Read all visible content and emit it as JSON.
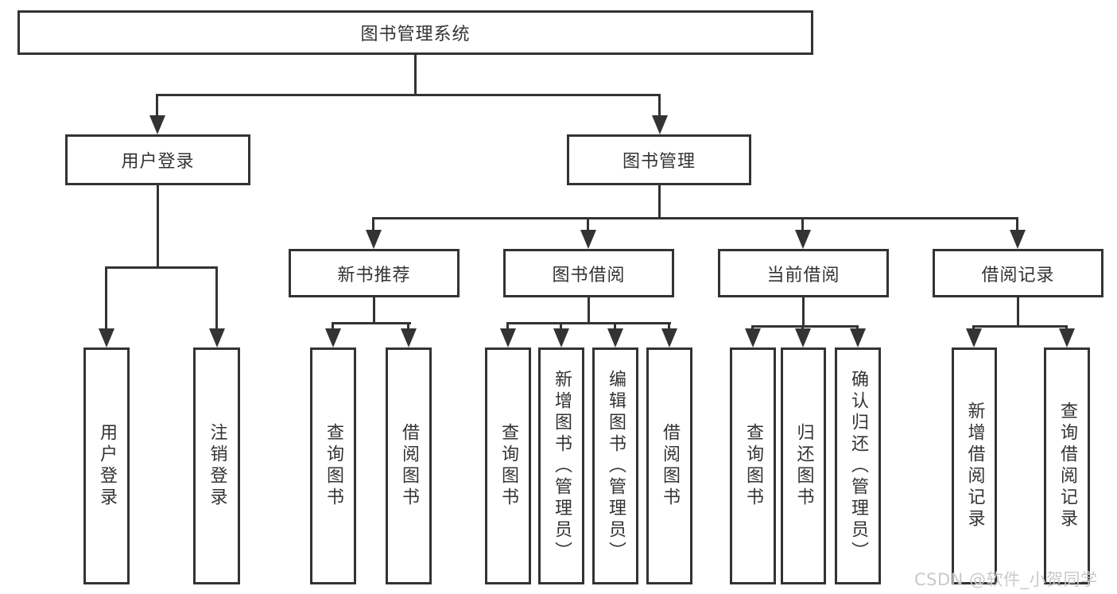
{
  "diagram": {
    "root": "图书管理系统",
    "level2": [
      "用户登录",
      "图书管理"
    ],
    "level3": [
      "新书推荐",
      "图书借阅",
      "当前借阅",
      "借阅记录"
    ],
    "leaves": {
      "user_login": [
        "用户登录",
        "注销登录"
      ],
      "new_book_recommend": [
        "查询图书",
        "借阅图书"
      ],
      "book_borrowing": [
        "查询图书",
        "新增图书（管理员）",
        "编辑图书（管理员）",
        "借阅图书"
      ],
      "current_borrowing": [
        "查询图书",
        "归还图书",
        "确认归还（管理员）"
      ],
      "borrowing_records": [
        "新增借阅记录",
        "查询借阅记录"
      ]
    }
  },
  "watermark": "CSDN @软件_小贺同学",
  "colors": {
    "line": "#333333",
    "text": "#333333",
    "background": "#ffffff",
    "watermark": "#c9c9c9"
  }
}
